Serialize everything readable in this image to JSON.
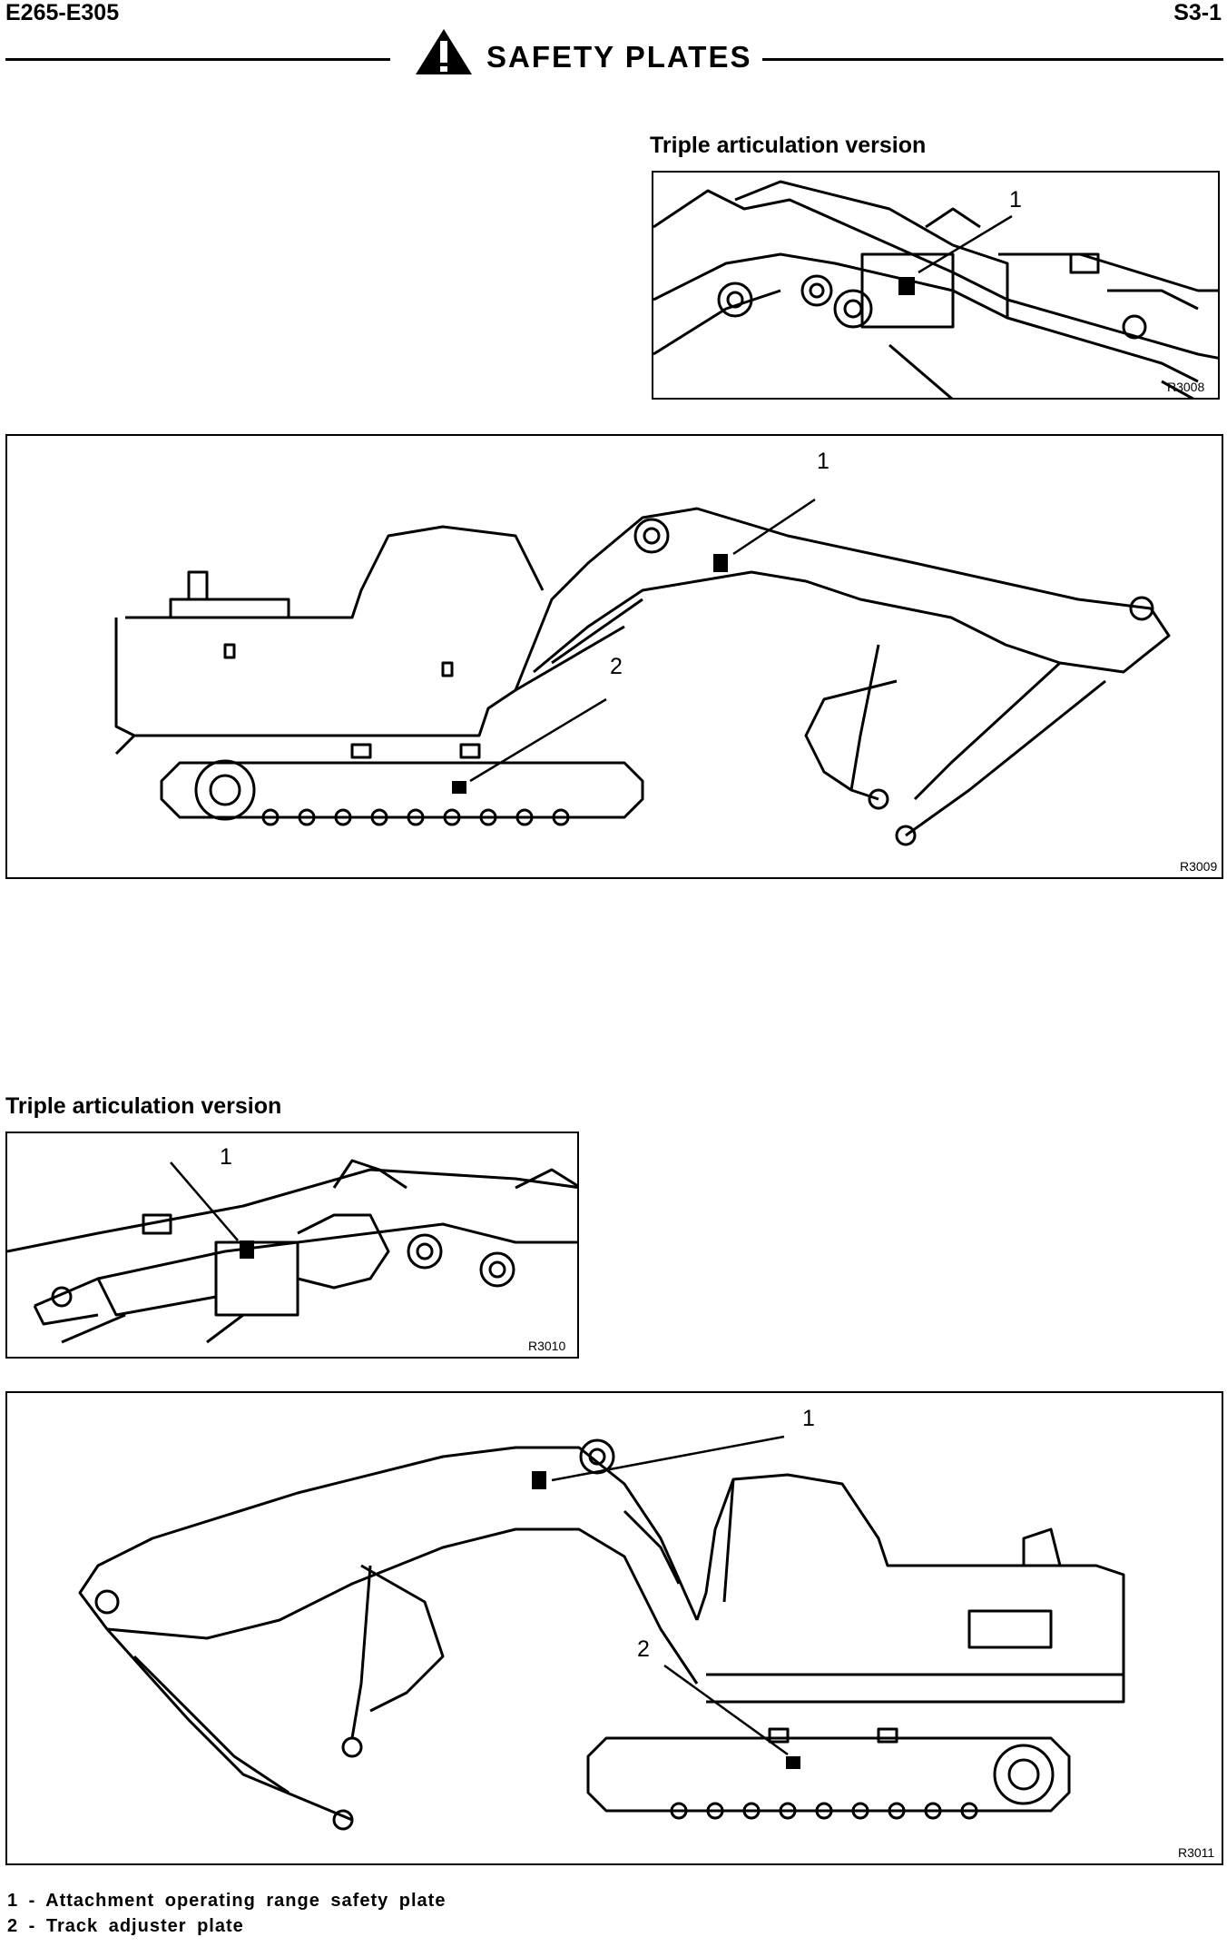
{
  "header": {
    "model": "E265-E305",
    "page": "S3-1",
    "title": "SAFETY PLATES"
  },
  "figures": {
    "r3008": {
      "caption": "Triple articulation version",
      "callout_1": "1",
      "code": "R3008"
    },
    "r3009": {
      "callout_1": "1",
      "callout_2": "2",
      "code": "R3009"
    },
    "r3010": {
      "caption": "Triple articulation version",
      "callout_1": "1",
      "code": "R3010"
    },
    "r3011": {
      "callout_1": "1",
      "callout_2": "2",
      "code": "R3011"
    }
  },
  "legend": [
    "1 - Attachment operating range safety plate",
    "2 - Track adjuster plate"
  ]
}
